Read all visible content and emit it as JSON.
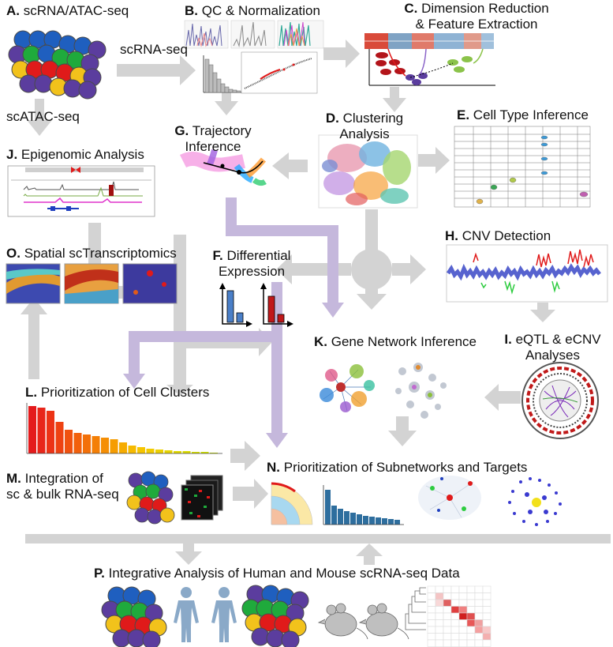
{
  "panels": {
    "A": {
      "letter": "A.",
      "title": "scRNA/ATAC-seq"
    },
    "B": {
      "letter": "B.",
      "title": "QC & Normalization"
    },
    "C": {
      "letter": "C.",
      "title_l1": "Dimension Reduction",
      "title_l2": "& Feature Extraction"
    },
    "D": {
      "letter": "D.",
      "title_l1": "Clustering",
      "title_l2": "Analysis"
    },
    "E": {
      "letter": "E.",
      "title": "Cell Type Inference"
    },
    "F": {
      "letter": "F.",
      "title_l1": "Differential",
      "title_l2": "Expression"
    },
    "G": {
      "letter": "G.",
      "title_l1": "Trajectory",
      "title_l2": "Inference"
    },
    "H": {
      "letter": "H.",
      "title": "CNV Detection"
    },
    "I": {
      "letter": "I.",
      "title_l1": "eQTL & eCNV",
      "title_l2": "Analyses"
    },
    "J": {
      "letter": "J.",
      "title": "Epigenomic Analysis"
    },
    "K": {
      "letter": "K.",
      "title": "Gene Network Inference"
    },
    "L": {
      "letter": "L.",
      "title": "Prioritization of Cell Clusters"
    },
    "M": {
      "letter": "M.",
      "title_l1": "Integration of",
      "title_l2": "sc & bulk RNA-seq"
    },
    "N": {
      "letter": "N.",
      "title": "Prioritization of Subnetworks and Targets"
    },
    "O": {
      "letter": "O.",
      "title": "Spatial scTranscriptomics"
    },
    "P": {
      "letter": "P.",
      "title": "Integrative Analysis of Human and Mouse scRNA-seq Data"
    }
  },
  "arrow_labels": {
    "scrna": "scRNA-seq",
    "scatac": "scATAC-seq"
  },
  "colors": {
    "gray_arrow": "#d3d3d3",
    "purple_arrow": "#c5b8dc",
    "human": "#8aa9c8",
    "mouse": "#bfbfbf",
    "bar_blue": "#2e6e9e",
    "cell_purple": "#5b3d9e",
    "cell_blue": "#1f5fbf",
    "cell_green": "#1faa3c",
    "cell_yellow": "#f2c21b",
    "cell_red": "#e01a1a"
  }
}
